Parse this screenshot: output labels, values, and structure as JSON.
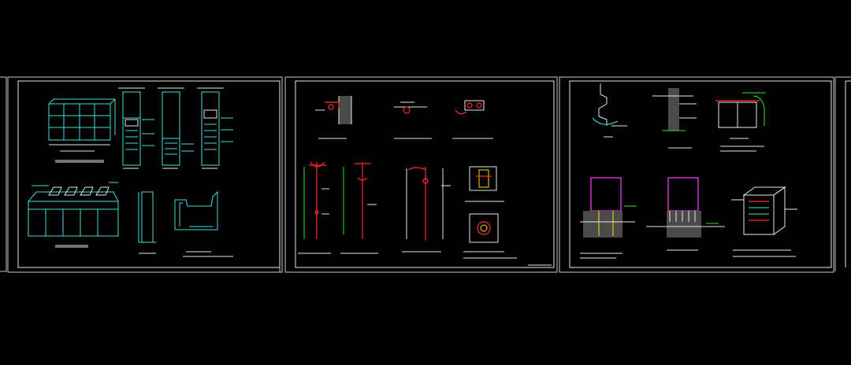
{
  "canvas": {
    "background": "#000000"
  },
  "colors": {
    "frame": "#c8c8c8",
    "cyan": "#3fe0e0",
    "white": "#e8e8e8",
    "red": "#ff2a2a",
    "green": "#2ee62e",
    "magenta": "#ff40ff",
    "yellow": "#ffe000"
  },
  "sheets": [
    {
      "id": "sheet-1",
      "content": "cabinet-elevations"
    },
    {
      "id": "sheet-2",
      "content": "pole-mount-details"
    },
    {
      "id": "sheet-3",
      "content": "foundation-and-box-details"
    }
  ]
}
